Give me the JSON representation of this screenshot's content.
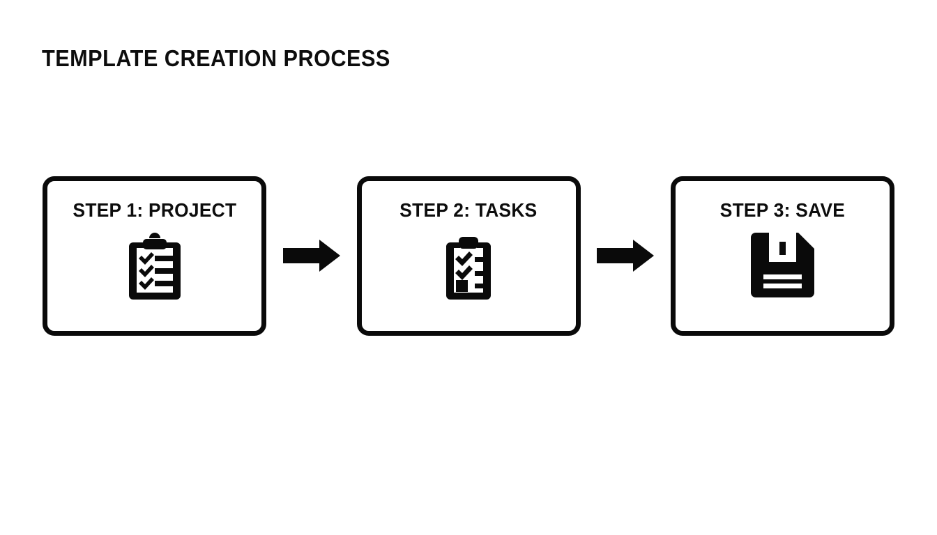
{
  "slide": {
    "title": "TEMPLATE CREATION PROCESS",
    "background_color": "#ffffff",
    "ink_color": "#0a0a0a"
  },
  "flow": {
    "steps": [
      {
        "label": "STEP 1: PROJECT",
        "icon": "clipboard-checklist-icon",
        "icon_rows": [
          "check",
          "check",
          "check"
        ]
      },
      {
        "label": "STEP 2: TASKS",
        "icon": "clipboard-tasks-icon",
        "icon_rows": [
          "check",
          "check",
          "square"
        ]
      },
      {
        "label": "STEP 3: SAVE",
        "icon": "floppy-disk-save-icon",
        "icon_rows": []
      }
    ],
    "connectors": [
      {
        "icon": "arrow-right-icon"
      },
      {
        "icon": "arrow-right-icon"
      }
    ]
  }
}
